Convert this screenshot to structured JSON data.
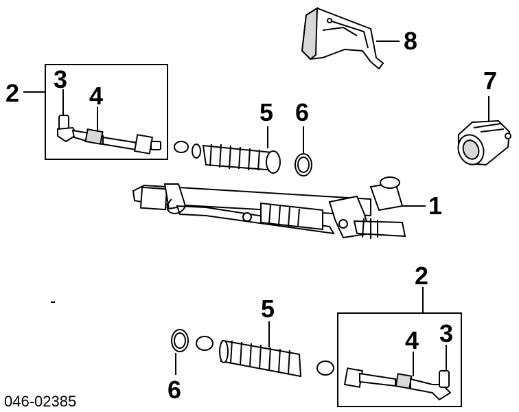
{
  "callouts": {
    "rack": "1",
    "tie_rod_assembly_top": "2",
    "tie_rod_assembly_bottom": "2",
    "tie_rod_end_top": "3",
    "tie_rod_end_bottom": "3",
    "inner_tie_rod_top": "4",
    "inner_tie_rod_bottom": "4",
    "boot_top": "5",
    "boot_bottom": "5",
    "ring_top": "6",
    "ring_bottom": "6",
    "pinion_boot": "7",
    "heat_shield": "8"
  },
  "diagram_code": "046-02385"
}
